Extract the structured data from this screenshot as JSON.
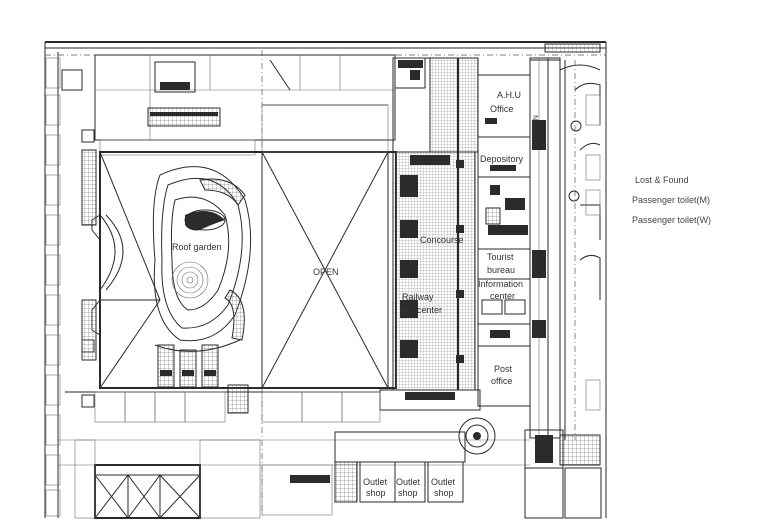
{
  "labels": {
    "roof_garden": "Roof garden",
    "open": "OPEN",
    "concourse": "Concourse",
    "railway_info_center_1": "Railway",
    "railway_info_center_2": "info center",
    "ahu_1": "A.H.U",
    "ahu_2": "Office",
    "depository": "Depository",
    "tourist_1": "Tourist",
    "tourist_2": "bureau",
    "information_1": "Information",
    "information_2": "center",
    "post_1": "Post",
    "post_2": "office",
    "outlet_shop_1": "Outlet",
    "outlet_shop_1b": "shop",
    "outlet_shop_2": "Outlet",
    "outlet_shop_2b": "shop",
    "outlet_shop_3": "Outlet",
    "outlet_shop_3b": "shop",
    "open_small_1": "OPEN",
    "open_small_2": "OPEN"
  },
  "legend": {
    "lost_found": "Lost & Found",
    "toilet_m": "Passenger toilet(M)",
    "toilet_w": "Passenger toilet(W)"
  }
}
